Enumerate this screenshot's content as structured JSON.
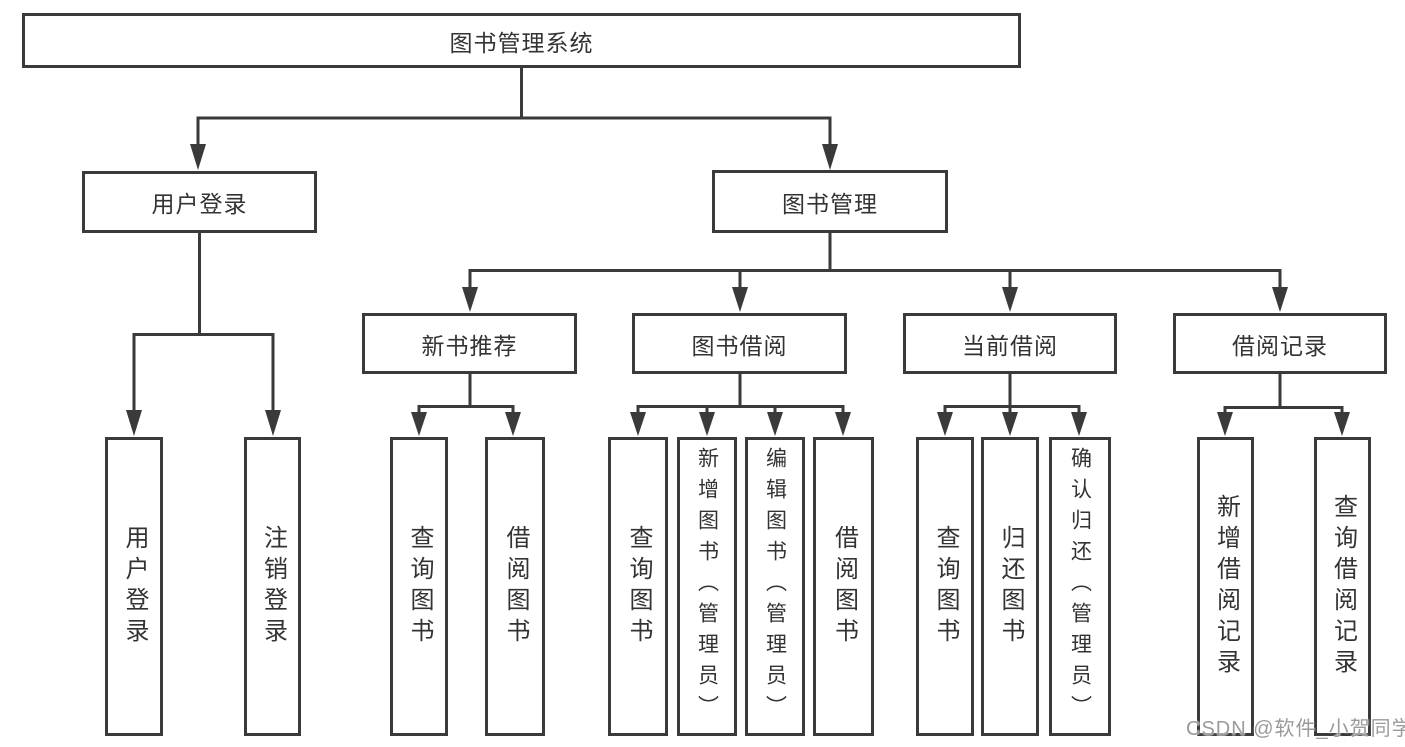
{
  "title": "图书管理系统",
  "watermark": "CSDN @软件_小贺同学",
  "colors": {
    "line": "#3a3a3a",
    "box_border": "#3a3a3a",
    "text": "#333333",
    "watermark_text": "#9a9a9a",
    "background": "#ffffff"
  },
  "tree": {
    "root": {
      "label": "图书管理系统",
      "children": [
        {
          "label": "用户登录",
          "children": [
            {
              "label": "用户登录"
            },
            {
              "label": "注销登录"
            }
          ]
        },
        {
          "label": "图书管理",
          "children": [
            {
              "label": "新书推荐",
              "children": [
                {
                  "label": "查询图书"
                },
                {
                  "label": "借阅图书"
                }
              ]
            },
            {
              "label": "图书借阅",
              "children": [
                {
                  "label": "查询图书"
                },
                {
                  "label": "新增图书（管理员）"
                },
                {
                  "label": "编辑图书（管理员）"
                },
                {
                  "label": "借阅图书"
                }
              ]
            },
            {
              "label": "当前借阅",
              "children": [
                {
                  "label": "查询图书"
                },
                {
                  "label": "归还图书"
                },
                {
                  "label": "确认归还（管理员）"
                }
              ]
            },
            {
              "label": "借阅记录",
              "children": [
                {
                  "label": "新增借阅记录"
                },
                {
                  "label": "查询借阅记录"
                }
              ]
            }
          ]
        }
      ]
    }
  }
}
